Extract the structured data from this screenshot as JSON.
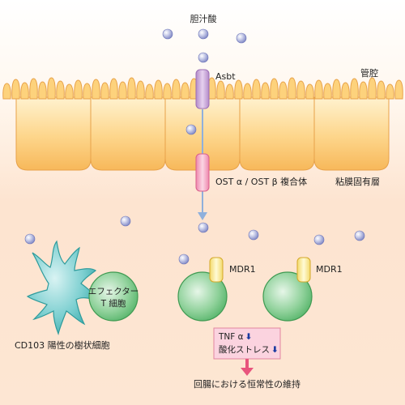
{
  "labels": {
    "bile_acid": "胆汁酸",
    "lumen": "管腔",
    "asbt": "Asbt",
    "ost": "OST α / OST β 複合体",
    "lamina": "粘膜固有層",
    "mdr1_left": "MDR1",
    "mdr1_right": "MDR1",
    "effector_line1": "エフェクター",
    "effector_line2": "T 細胞",
    "dendritic": "CD103 陽性の樹状細胞",
    "outcome": "回腸における恒常性の維持"
  },
  "effects_box": {
    "line1": "TNF α",
    "line2": "酸化ストレス",
    "arrow": "⬇"
  },
  "colors": {
    "lumen_bg": "#fbe6d4",
    "lamina_bg": "#fde4d0",
    "cell_fill": "#fdd27c",
    "cell_stroke": "#e8a24a",
    "transporter_purple": "#c9a5d8",
    "transporter_pink": "#f5a9c7",
    "mdr1_fill": "#fff8b5",
    "mdr1_stroke": "#e0b83a",
    "t_cell": "#7cc98a",
    "dendritic": "#6cc7c8",
    "bile_ball": "#9aa2d4",
    "arrow_blue": "#8fb0dc",
    "arrow_pink": "#e8557d",
    "box_fill": "#fbd3df",
    "box_stroke": "#e2869f"
  }
}
